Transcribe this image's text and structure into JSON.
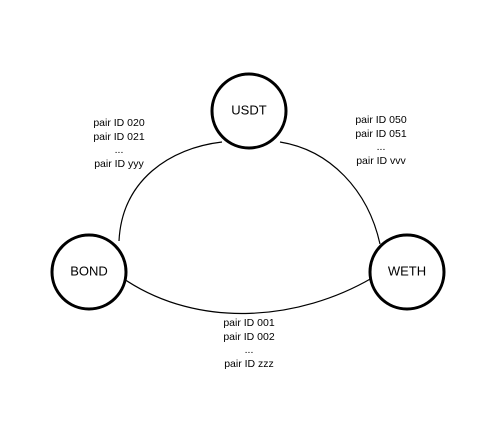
{
  "nodes": {
    "usdt": "USDT",
    "bond": "BOND",
    "weth": "WETH"
  },
  "edge_labels": {
    "bond_usdt": [
      "pair ID 020",
      "pair ID 021",
      "...",
      "pair ID yyy"
    ],
    "usdt_weth": [
      "pair ID 050",
      "pair ID 051",
      "...",
      "pair ID vvv"
    ],
    "bond_weth": [
      "pair ID 001",
      "pair ID 002",
      "...",
      "pair ID zzz"
    ]
  },
  "colors": {
    "stroke": "#000000",
    "background": "#ffffff"
  }
}
